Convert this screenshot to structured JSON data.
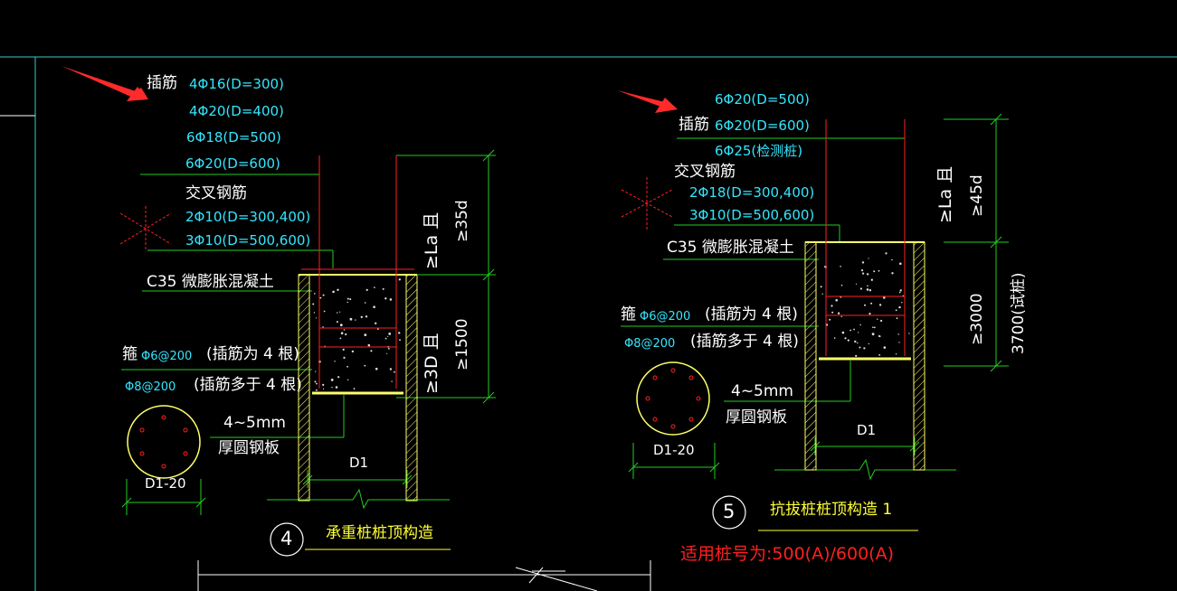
{
  "colors": {
    "background": "#000000",
    "frame": "#33cccc",
    "dim": "#22cc22",
    "rebar": "#ff2020",
    "concrete": "#ffff66",
    "text_cyan": "#33e6ff",
    "text_white": "#ffffff",
    "text_yellow": "#ffff33",
    "text_red": "#ff2020",
    "arrow": "#ff2a2a"
  },
  "detail4": {
    "dowel_label": "插筋",
    "dowel_options": [
      "4Φ16(D=300)",
      "4Φ20(D=400)",
      "6Φ18(D=500)",
      "6Φ20(D=600)"
    ],
    "cross_bar_label": "交叉钢筋",
    "cross_options": [
      "2Φ10(D=300,400)",
      "3Φ10(D=500,600)"
    ],
    "concrete": "C35 微膨胀混凝土",
    "stirrup_label": "箍",
    "stirrup_1": "Φ6@200",
    "stirrup_1_note": "(插筋为  4 根)",
    "stirrup_2": "Φ8@200",
    "stirrup_2_note": "(插筋多于  4 根)",
    "plate_thickness": "4~5mm",
    "plate": "厚圆钢板",
    "section_dim": "D1-20",
    "diameter": "D1",
    "dim_upper_1": "≥La 且",
    "dim_upper_2": "≥35d",
    "dim_lower_1": "≥3D 且",
    "dim_lower_2": "≥1500",
    "number": "4",
    "title": "承重桩桩顶构造"
  },
  "detail5": {
    "dowel_options": [
      "6Φ20(D=500)",
      "6Φ20(D=600)",
      "6Φ25(检测桩)"
    ],
    "dowel_label": "插筋",
    "cross_bar_label": "交叉钢筋",
    "cross_options": [
      "2Φ18(D=300,400)",
      "3Φ10(D=500,600)"
    ],
    "concrete": "C35 微膨胀混凝土",
    "stirrup_label": "箍",
    "stirrup_1": "Φ6@200",
    "stirrup_1_note": "(插筋为  4 根)",
    "stirrup_2": "Φ8@200",
    "stirrup_2_note": "(插筋多于  4 根)",
    "plate_thickness": "4~5mm",
    "plate": "厚圆钢板",
    "section_dim": "D1-20",
    "diameter": "D1",
    "dim_upper_1": "≥La 且",
    "dim_upper_2": "≥45d",
    "dim_lower_1": "≥3000",
    "dim_lower_2": "3700(试桩)",
    "number": "5",
    "title": "抗拔桩桩顶构造 1",
    "note": "适用桩号为:500(A)/600(A)"
  }
}
